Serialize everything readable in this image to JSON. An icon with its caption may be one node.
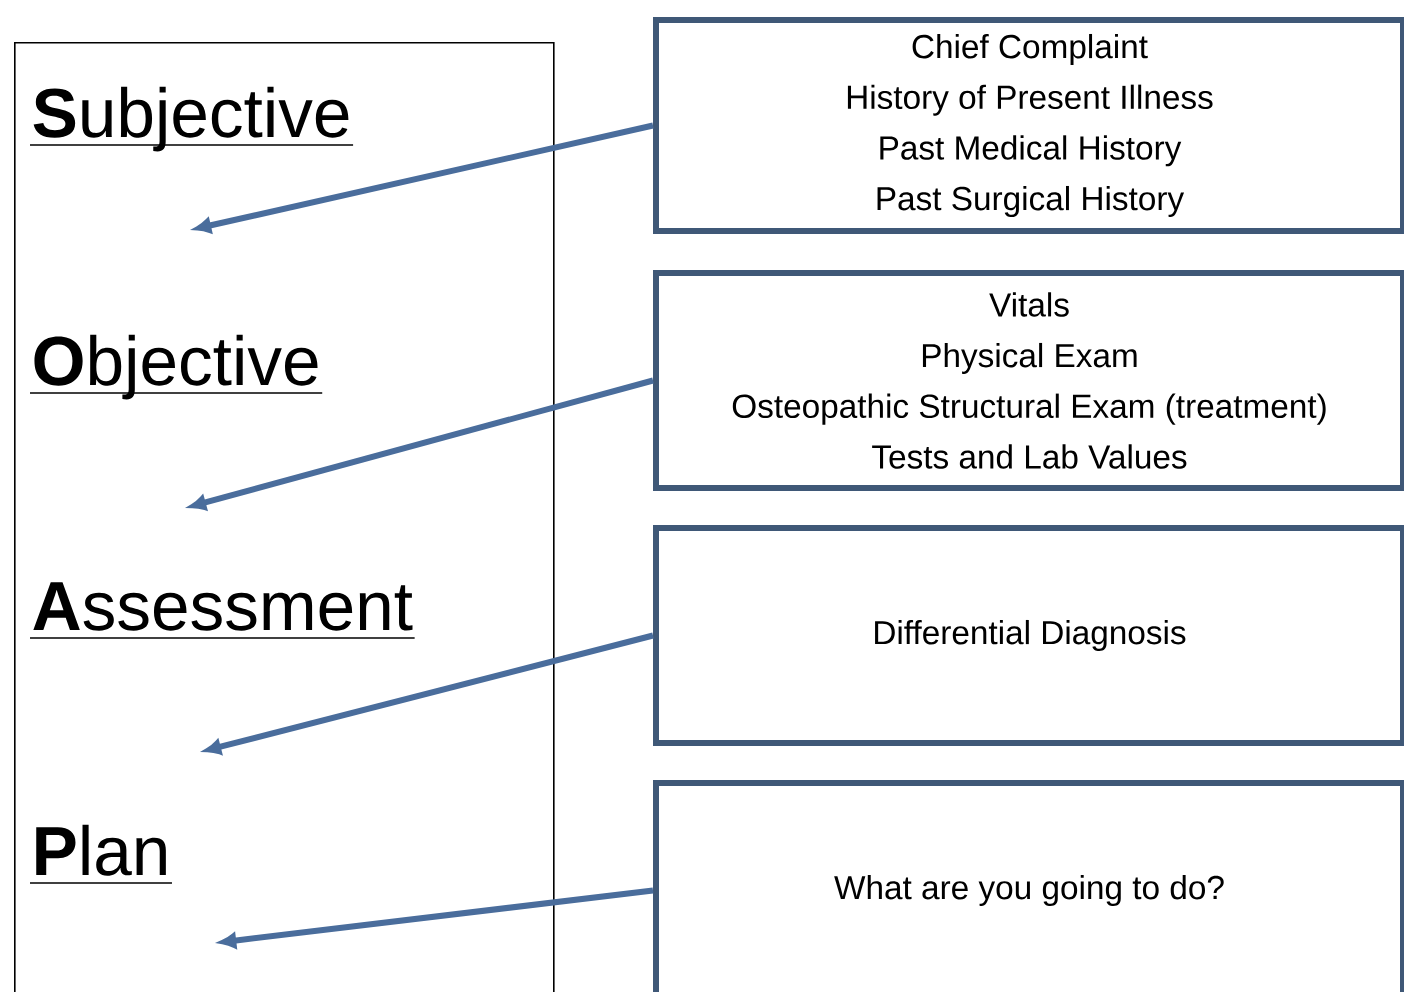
{
  "diagram": {
    "nodes": [
      {
        "text": [],
        "shape": "box"
      },
      {
        "text": [
          "**S**ubjective"
        ],
        "in": 0
      },
      {
        "text": [
          "**O**bjective"
        ],
        "in": 0
      },
      {
        "text": [
          "**A**ssessment"
        ],
        "in": 0
      },
      {
        "text": [
          "**P**lan"
        ],
        "in": 0
      },
      {
        "text": [
          "Chief Complaint",
          "History of Present Illness",
          "Past Medical History",
          "Past Surgical History"
        ]
      },
      {
        "text": [
          "Vitals",
          "Physical Exam",
          "Osteopathic Structural Exam (treatment)",
          "Tests and Lab Values"
        ]
      },
      {
        "text": [
          "Differential Diagnosis"
        ]
      },
      {
        "text": [
          "What are you going to do?"
        ]
      }
    ],
    "edges": [
      {
        "from": 5,
        "to": null,
        "arrow": "to"
      },
      {
        "from": 6,
        "to": null,
        "arrow": "to"
      },
      {
        "from": 7,
        "to": null,
        "arrow": "to"
      },
      {
        "from": 8,
        "to": null,
        "arrow": "to"
      }
    ]
  }
}
